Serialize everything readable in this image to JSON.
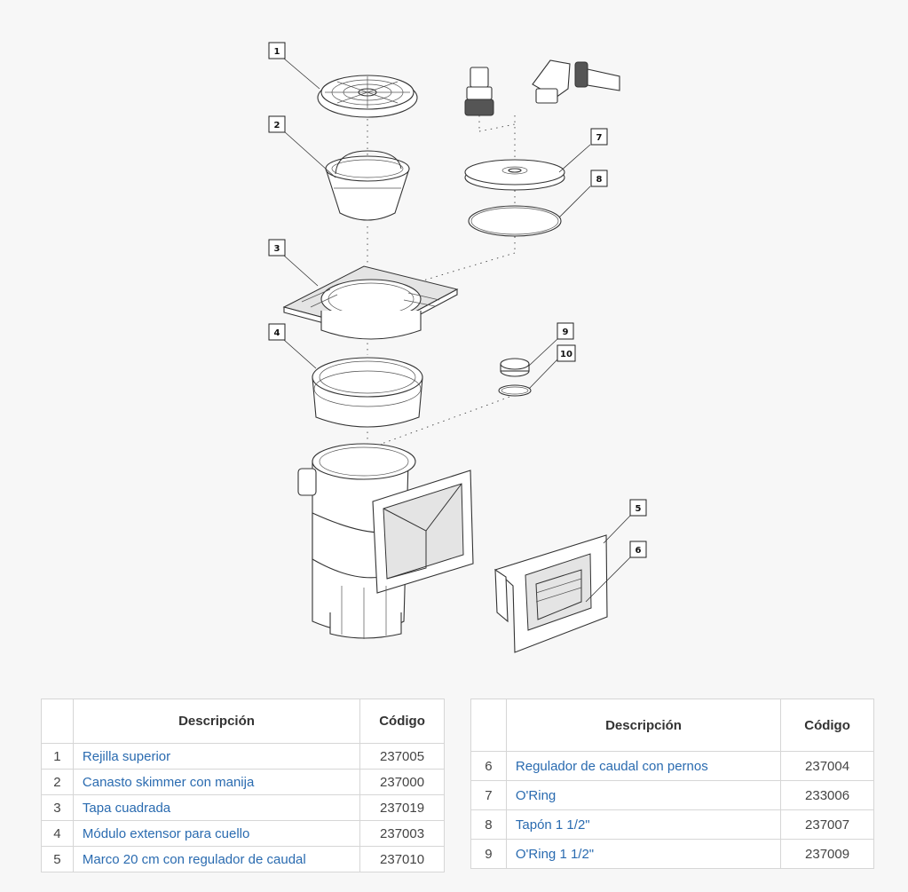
{
  "callouts": [
    "1",
    "2",
    "3",
    "4",
    "5",
    "6",
    "7",
    "8",
    "9",
    "10"
  ],
  "table_left": {
    "headers": {
      "num": "",
      "description": "Descripción",
      "code": "Código"
    },
    "rows": [
      {
        "num": "1",
        "description": "Rejilla superior",
        "code": "237005"
      },
      {
        "num": "2",
        "description": "Canasto skimmer con manija",
        "code": "237000"
      },
      {
        "num": "3",
        "description": "Tapa cuadrada",
        "code": "237019"
      },
      {
        "num": "4",
        "description": "Módulo extensor para cuello",
        "code": "237003"
      },
      {
        "num": "5",
        "description": "Marco 20 cm con regulador de caudal",
        "code": "237010"
      }
    ]
  },
  "table_right": {
    "headers": {
      "num": "",
      "description": "Descripción",
      "code": "Código"
    },
    "rows": [
      {
        "num": "6",
        "description": "Regulador de caudal con pernos",
        "code": "237004"
      },
      {
        "num": "7",
        "description": "O'Ring",
        "code": "233006"
      },
      {
        "num": "8",
        "description": "Tapón 1 1/2\"",
        "code": "237007"
      },
      {
        "num": "9",
        "description": "O'Ring 1 1/2\"",
        "code": "237009"
      }
    ]
  },
  "colors": {
    "link": "#2a6bb0",
    "text": "#444444",
    "border": "#d6d6d6",
    "background": "#f7f7f7"
  }
}
